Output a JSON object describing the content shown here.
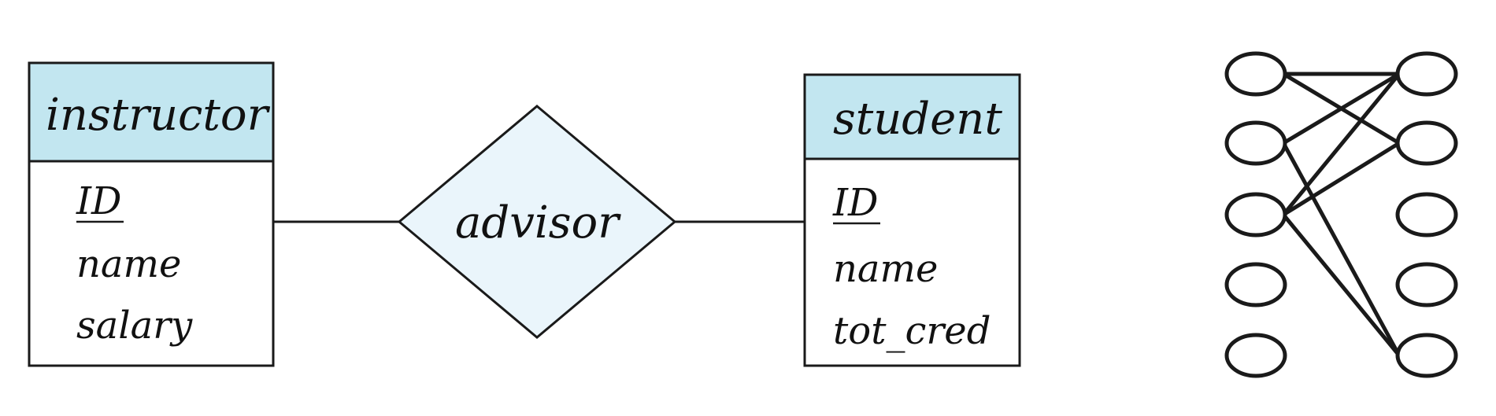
{
  "diagram": {
    "entities": [
      {
        "name": "instructor",
        "attributes": [
          {
            "label": "ID",
            "primary_key": true
          },
          {
            "label": "name",
            "primary_key": false
          },
          {
            "label": "salary",
            "primary_key": false
          }
        ]
      },
      {
        "name": "student",
        "attributes": [
          {
            "label": "ID",
            "primary_key": true
          },
          {
            "label": "name",
            "primary_key": false
          },
          {
            "label": "tot_cred",
            "primary_key": false
          }
        ]
      }
    ],
    "relationship": {
      "name": "advisor"
    },
    "mapping": {
      "left_nodes": 5,
      "right_nodes": 5,
      "edges": [
        [
          0,
          0
        ],
        [
          0,
          1
        ],
        [
          1,
          0
        ],
        [
          1,
          4
        ],
        [
          2,
          0
        ],
        [
          2,
          1
        ],
        [
          2,
          4
        ]
      ]
    }
  },
  "colors": {
    "entity_header": "#c2e6f0",
    "relationship_fill": "#eaf5fb",
    "stroke": "#1a1a1a",
    "text": "#111111"
  }
}
